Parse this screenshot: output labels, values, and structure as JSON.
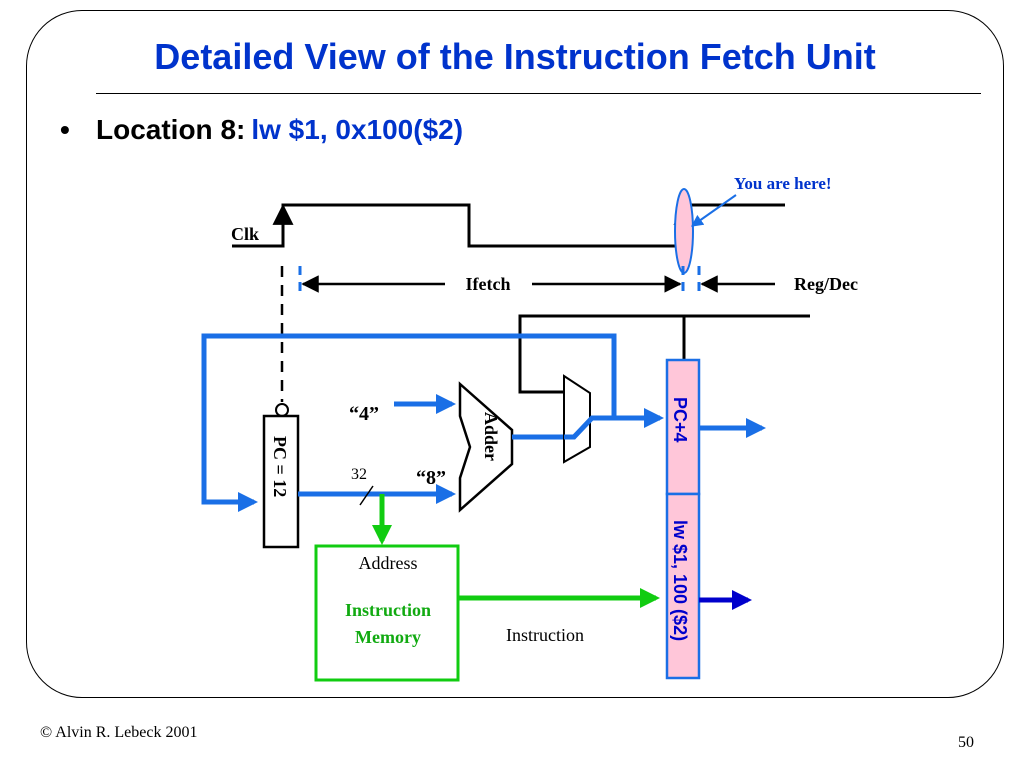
{
  "title": "Detailed View of the Instruction Fetch Unit",
  "bullet": {
    "marker": "•",
    "label": "Location 8:",
    "instruction": "lw  $1, 0x100($2)"
  },
  "timing": {
    "clk_label": "Clk",
    "you_are_here": "You are here!",
    "ifetch_label": "Ifetch",
    "regdec_label": "Reg/Dec"
  },
  "diagram": {
    "pc_label": "PC = 12",
    "const4_label": "“4”",
    "const8_label": "“8”",
    "bus_width": "32",
    "adder_label": "Adder",
    "address_label": "Address",
    "memory_label_line1": "Instruction",
    "memory_label_line2": "Memory",
    "instruction_label": "Instruction",
    "pipe_reg_top": "PC+4",
    "pipe_reg_bottom": "lw $1, 100 ($2)"
  },
  "footer": {
    "copyright": "© Alvin R. Lebeck 2001",
    "page_number": "50"
  },
  "colors": {
    "title_blue": "#0033cc",
    "wire_blue": "#1a6fe6",
    "green": "#11cc11",
    "pink": "#ffc6d9",
    "dark_blue": "#0000cc"
  }
}
